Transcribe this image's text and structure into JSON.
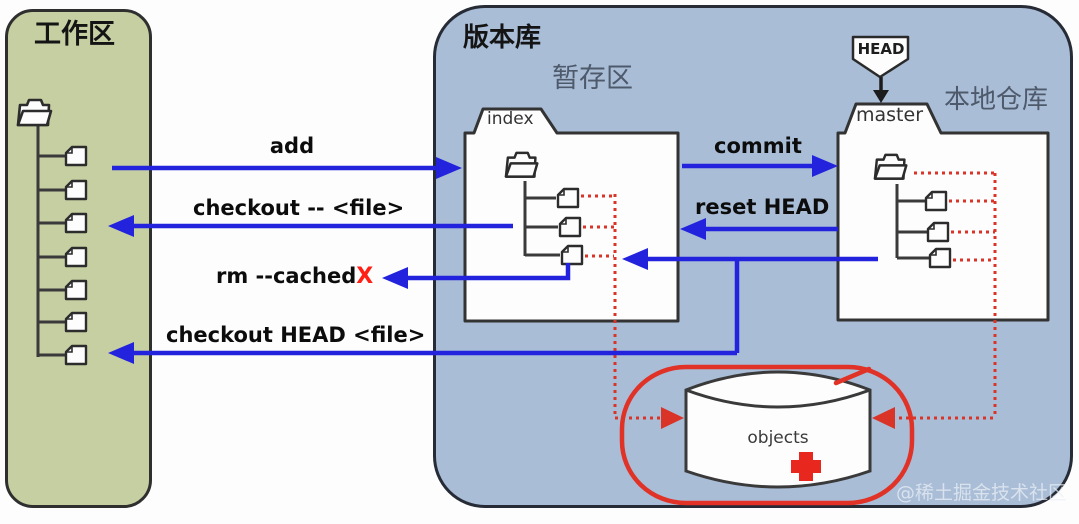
{
  "workspace": {
    "title": "工作区"
  },
  "repository": {
    "title": "版本库",
    "staging_area_label": "暂存区",
    "local_repo_label": "本地仓库",
    "index_folder_label": "index",
    "master_folder_label": "master",
    "head_badge": "HEAD",
    "objects_label": "objects"
  },
  "commands": {
    "add": "add",
    "checkout_file": "checkout -- <file>",
    "rm_cached": "rm --cached",
    "rm_cached_mark": "X",
    "checkout_head_file": "checkout HEAD <file>",
    "commit": "commit",
    "reset_head": "reset HEAD"
  },
  "watermark": "@稀土掘金技术社区",
  "icons": {
    "folder-icon": "open-folder outline glyph",
    "file-icon": "page with folded top-left corner",
    "head-pointer-icon": "downward pointing banner with arrow",
    "objects-db-icon": "database cylinder drum",
    "plus-icon": "red medical cross",
    "highlight-loop-icon": "hand-drawn red oval loop"
  },
  "colors": {
    "workspace_fill": "#c5cfa2",
    "repository_fill": "#a9bdd7",
    "folder_fill": "#fdfdfd",
    "arrow_blue": "#2323dd",
    "annotation_red": "#d93427",
    "x_mark_red": "#ff1f14",
    "outline_dark": "#333333",
    "gray_label": "#4e5a6b"
  }
}
